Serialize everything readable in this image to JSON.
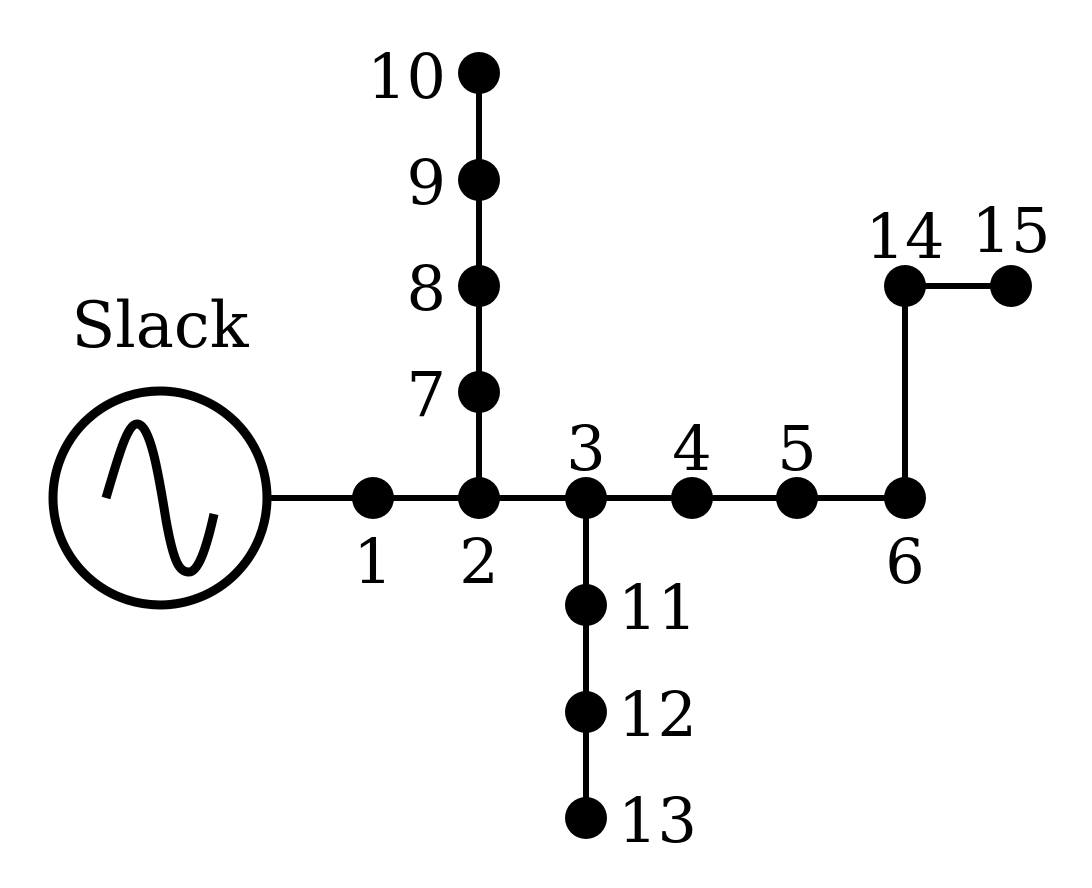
{
  "colors": {
    "ink": "#000000",
    "background": "#ffffff"
  },
  "source": {
    "label": "Slack",
    "icon": "ac-source-icon"
  },
  "buses": [
    {
      "id": "1",
      "label": "1"
    },
    {
      "id": "2",
      "label": "2"
    },
    {
      "id": "3",
      "label": "3"
    },
    {
      "id": "4",
      "label": "4"
    },
    {
      "id": "5",
      "label": "5"
    },
    {
      "id": "6",
      "label": "6"
    },
    {
      "id": "7",
      "label": "7"
    },
    {
      "id": "8",
      "label": "8"
    },
    {
      "id": "9",
      "label": "9"
    },
    {
      "id": "10",
      "label": "10"
    },
    {
      "id": "11",
      "label": "11"
    },
    {
      "id": "12",
      "label": "12"
    },
    {
      "id": "13",
      "label": "13"
    },
    {
      "id": "14",
      "label": "14"
    },
    {
      "id": "15",
      "label": "15"
    }
  ],
  "lines": [
    {
      "from": "slack",
      "to": "1"
    },
    {
      "from": "1",
      "to": "2"
    },
    {
      "from": "2",
      "to": "3"
    },
    {
      "from": "3",
      "to": "4"
    },
    {
      "from": "4",
      "to": "5"
    },
    {
      "from": "5",
      "to": "6"
    },
    {
      "from": "6",
      "to": "14"
    },
    {
      "from": "14",
      "to": "15"
    },
    {
      "from": "2",
      "to": "7"
    },
    {
      "from": "7",
      "to": "8"
    },
    {
      "from": "8",
      "to": "9"
    },
    {
      "from": "9",
      "to": "10"
    },
    {
      "from": "3",
      "to": "11"
    },
    {
      "from": "11",
      "to": "12"
    },
    {
      "from": "12",
      "to": "13"
    }
  ]
}
